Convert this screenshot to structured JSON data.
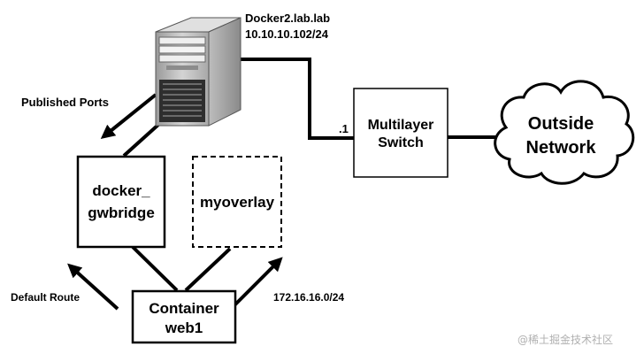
{
  "server": {
    "name": "Docker2.lab.lab",
    "ip": "10.10.10.102/24"
  },
  "switch": {
    "line1": "Multilayer",
    "line2": "Switch",
    "port_label": ".1"
  },
  "cloud": {
    "line1": "Outside",
    "line2": "Network"
  },
  "bridge": {
    "line1": "docker_",
    "line2": "gwbridge"
  },
  "overlay": {
    "label": "myoverlay"
  },
  "container": {
    "line1": "Container",
    "line2": "web1"
  },
  "labels": {
    "published_ports": "Published Ports",
    "default_route": "Default Route",
    "subnet": "172.16.16.0/24"
  },
  "watermark": "@稀土掘金技术社区"
}
